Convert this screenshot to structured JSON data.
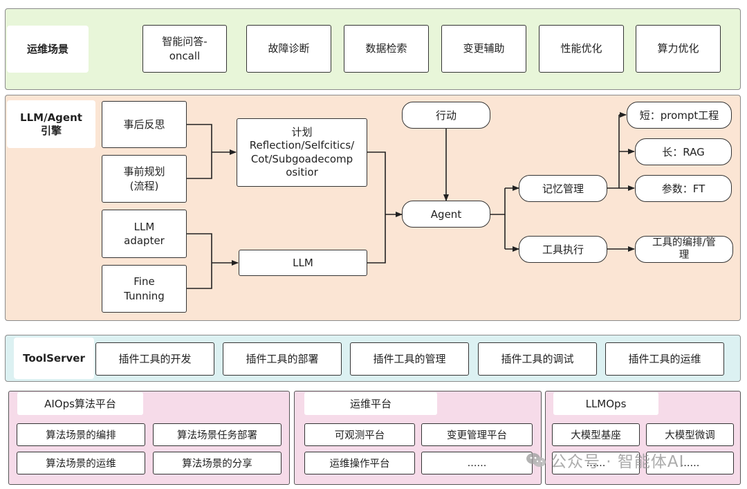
{
  "scene": {
    "title": "运维场景",
    "items": [
      "智能问答-\noncall",
      "故障诊断",
      "数据检索",
      "变更辅助",
      "性能优化",
      "算力优化"
    ]
  },
  "engine": {
    "title": "LLM/Agent\n引擎",
    "reflect": "事后反思",
    "plan": "事前规划\n(流程)",
    "adapter": "LLM\nadapter",
    "finetune": "Fine\nTunning",
    "method": "计划\nReflection/Selfcitics/\nCot/Subgoadecomp\nositior",
    "llm": "LLM",
    "action": "行动",
    "agent": "Agent",
    "memory": "记忆管理",
    "tool_exec": "工具执行",
    "short": "短：prompt工程",
    "long": "长：RAG",
    "param": "参数：FT",
    "tool_orch": "工具的编排/管\n理"
  },
  "toolserver": {
    "title": "ToolServer",
    "items": [
      "插件工具的开发",
      "插件工具的部署",
      "插件工具的管理",
      "插件工具的调试",
      "插件工具的运维"
    ]
  },
  "aiops": {
    "title": "AIOps算法平台",
    "items": [
      "算法场景的编排",
      "算法场景任务部署",
      "算法场景的运维",
      "算法场景的分享"
    ]
  },
  "ops": {
    "title": "运维平台",
    "items": [
      "可观测平台",
      "变更管理平台",
      "运维操作平台",
      "......"
    ]
  },
  "llmops": {
    "title": "LLMOps",
    "items": [
      "大模型基座",
      "大模型微调",
      "......",
      "......"
    ]
  },
  "watermark": "公众号 · 智能体AI",
  "colors": {
    "scene_bg": "#e8f6d9",
    "engine_bg": "#fbe5d4",
    "toolserver_bg": "#dcf1f2",
    "bottom_bg": "#f6dbe9"
  }
}
